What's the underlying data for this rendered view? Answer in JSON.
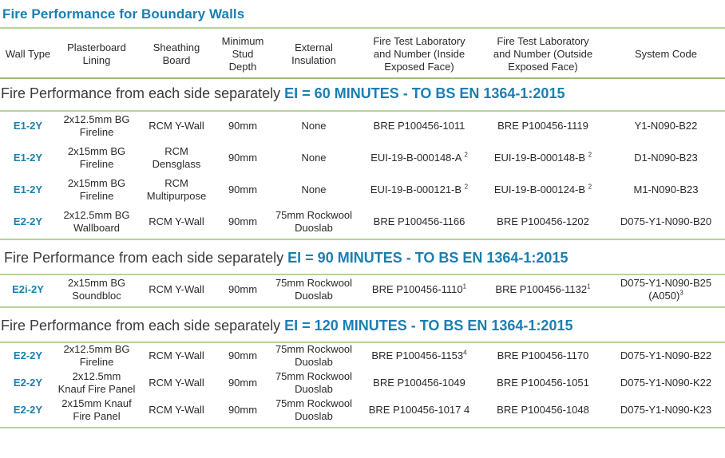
{
  "title": "Fire Performance for Boundary Walls",
  "colors": {
    "accent": "#1a7fb0",
    "rule": "#b9d19b",
    "text": "#2a2a2a"
  },
  "columns": [
    "Wall Type",
    "Plasterboard\nLining",
    "Sheathing\nBoard",
    "Minimum\nStud\nDepth",
    "External\nInsulation",
    "Fire Test Laboratory\nand Number (Inside\nExposed Face)",
    "Fire Test Laboratory\nand Number (Outside\nExposed Face)",
    "System Code"
  ],
  "sections": [
    {
      "prefix": "Fire Performance from each side separately ",
      "rating": "EI = 60 MINUTES - TO BS EN 1364-1:2015",
      "rows": [
        {
          "wall_type": "E1-2Y",
          "lining": "2x12.5mm BG\nFireline",
          "sheathing": "RCM Y-Wall",
          "stud": "90mm",
          "insulation": "None",
          "inside": "BRE P100456-1011",
          "inside_sup": "",
          "outside": "BRE P100456-1119",
          "outside_sup": "",
          "code": "Y1-N090-B22",
          "code_sup": ""
        },
        {
          "wall_type": "E1-2Y",
          "lining": "2x15mm BG\nFireline",
          "sheathing": "RCM\nDensglass",
          "stud": "90mm",
          "insulation": "None",
          "inside": "EUI-19-B-000148-A ",
          "inside_sup": "2",
          "outside": "EUI-19-B-000148-B ",
          "outside_sup": "2",
          "code": "D1-N090-B23",
          "code_sup": ""
        },
        {
          "wall_type": "E1-2Y",
          "lining": "2x15mm BG\nFireline",
          "sheathing": "RCM\nMultipurpose",
          "stud": "90mm",
          "insulation": "None",
          "inside": "EUI-19-B-000121-B ",
          "inside_sup": "2",
          "outside": "EUI-19-B-000124-B ",
          "outside_sup": "2",
          "code": "M1-N090-B23",
          "code_sup": ""
        },
        {
          "wall_type": "E2-2Y",
          "lining": "2x12.5mm BG\nWallboard",
          "sheathing": "RCM Y-Wall",
          "stud": "90mm",
          "insulation": "75mm Rockwool\nDuoslab",
          "inside": "BRE P100456-1166",
          "inside_sup": "",
          "outside": "BRE P100456-1202",
          "outside_sup": "",
          "code": "D075-Y1-N090-B20",
          "code_sup": ""
        }
      ]
    },
    {
      "prefix": "Fire Performance from each side separately ",
      "rating": "EI = 90 MINUTES - TO BS EN 1364-1:2015",
      "rows": [
        {
          "wall_type": "E2i-2Y",
          "lining": "2x15mm BG\nSoundbloc",
          "sheathing": "RCM Y-Wall",
          "stud": "90mm",
          "insulation": "75mm Rockwool\nDuoslab",
          "inside": "BRE P100456-1110",
          "inside_sup": "1",
          "outside": "BRE P100456-1132",
          "outside_sup": "1",
          "code": "D075-Y1-N090-B25\n(A050)",
          "code_sup": "3"
        }
      ]
    },
    {
      "prefix": "Fire Performance from each side separately ",
      "rating": "EI = 120 MINUTES - TO BS EN 1364-1:2015",
      "rows": [
        {
          "wall_type": "E2-2Y",
          "lining": "2x12.5mm BG\nFireline",
          "sheathing": "RCM Y-Wall",
          "stud": "90mm",
          "insulation": "75mm Rockwool\nDuoslab",
          "inside": "BRE P100456-1153",
          "inside_sup": "4",
          "outside": "BRE P100456-1170",
          "outside_sup": "",
          "code": "D075-Y1-N090-B22",
          "code_sup": ""
        },
        {
          "wall_type": "E2-2Y",
          "lining": "2x12.5mm\nKnauf Fire Panel",
          "sheathing": "RCM Y-Wall",
          "stud": "90mm",
          "insulation": "75mm Rockwool\nDuoslab",
          "inside": "BRE P100456-1049",
          "inside_sup": "",
          "outside": "BRE P100456-1051",
          "outside_sup": "",
          "code": "D075-Y1-N090-K22",
          "code_sup": ""
        },
        {
          "wall_type": "E2-2Y",
          "lining": "2x15mm Knauf\nFire Panel",
          "sheathing": "RCM Y-Wall",
          "stud": "90mm",
          "insulation": "75mm Rockwool\nDuoslab",
          "inside": "BRE P100456-1017 4",
          "inside_sup": "",
          "outside": "BRE P100456-1048",
          "outside_sup": "",
          "code": "D075-Y1-N090-K23",
          "code_sup": ""
        }
      ]
    }
  ]
}
